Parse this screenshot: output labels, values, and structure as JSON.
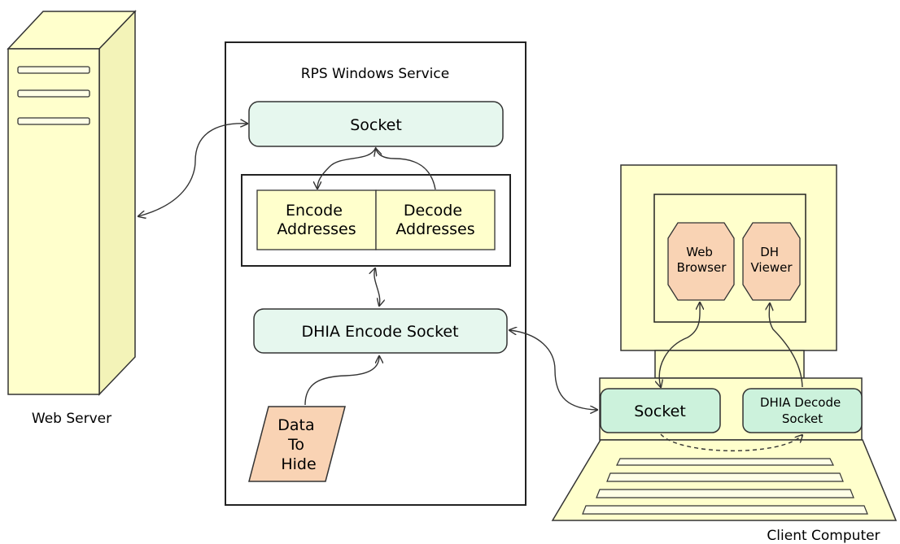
{
  "web_server": {
    "label": "Web Server"
  },
  "rps_service": {
    "title": "RPS Windows Service",
    "socket": "Socket",
    "encode": {
      "line1": "Encode",
      "line2": "Addresses"
    },
    "decode": {
      "line1": "Decode",
      "line2": "Addresses"
    },
    "dhia_encode_socket": "DHIA Encode Socket",
    "data_to_hide": {
      "line1": "Data",
      "line2": "To",
      "line3": "Hide"
    }
  },
  "client": {
    "label": "Client Computer",
    "web_browser": {
      "line1": "Web",
      "line2": "Browser"
    },
    "dh_viewer": {
      "line1": "DH",
      "line2": "Viewer"
    },
    "socket": "Socket",
    "dhia_decode_socket": {
      "line1": "DHIA Decode",
      "line2": "Socket"
    }
  },
  "colors": {
    "server_fill": "#FFFFCC",
    "green_box": "#E6F7EE",
    "green_box_strong": "#CCF2DC",
    "yellow_box": "#FFFFCC",
    "orange_box": "#F9D3B4",
    "computer_fill": "#FFFFCC",
    "stroke": "#333333"
  }
}
